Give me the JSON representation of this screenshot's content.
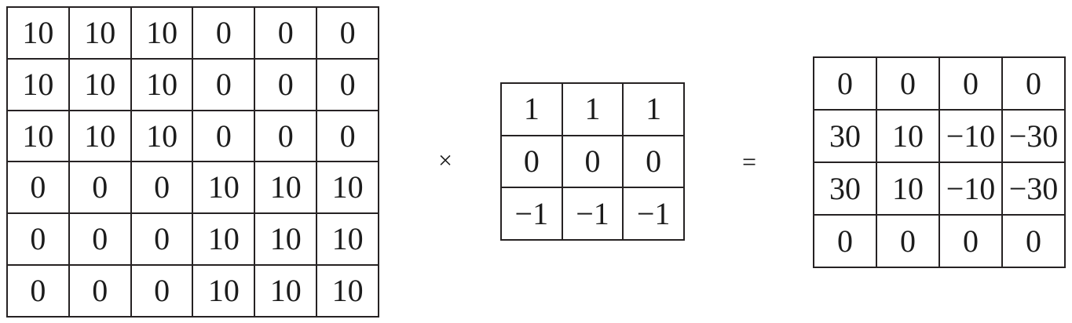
{
  "operators": {
    "multiply": "×",
    "equals": "="
  },
  "matrices": {
    "input": {
      "rows": [
        [
          "10",
          "10",
          "10",
          "0",
          "0",
          "0"
        ],
        [
          "10",
          "10",
          "10",
          "0",
          "0",
          "0"
        ],
        [
          "10",
          "10",
          "10",
          "0",
          "0",
          "0"
        ],
        [
          "0",
          "0",
          "0",
          "10",
          "10",
          "10"
        ],
        [
          "0",
          "0",
          "0",
          "10",
          "10",
          "10"
        ],
        [
          "0",
          "0",
          "0",
          "10",
          "10",
          "10"
        ]
      ]
    },
    "kernel": {
      "rows": [
        [
          "1",
          "1",
          "1"
        ],
        [
          "0",
          "0",
          "0"
        ],
        [
          "−1",
          "−1",
          "−1"
        ]
      ]
    },
    "output": {
      "rows": [
        [
          "0",
          "0",
          "0",
          "0"
        ],
        [
          "30",
          "10",
          "−10",
          "−30"
        ],
        [
          "30",
          "10",
          "−10",
          "−30"
        ],
        [
          "0",
          "0",
          "0",
          "0"
        ]
      ]
    }
  }
}
